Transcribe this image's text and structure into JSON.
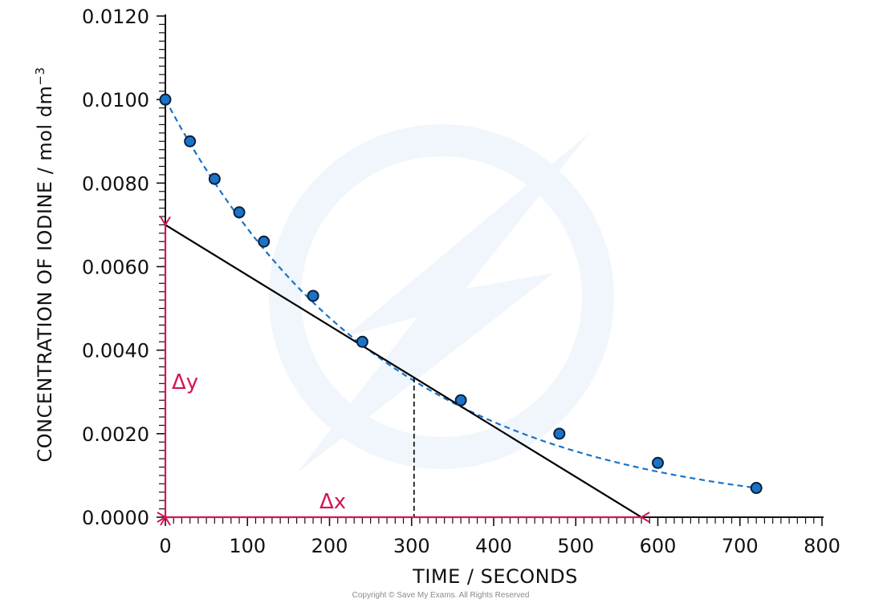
{
  "chart_data": {
    "type": "scatter",
    "title": "",
    "xlabel": "TIME / SECONDS",
    "ylabel": "CONCENTRATION OF IODINE / mol dm",
    "ylabel_superscript": "−3",
    "xlim": [
      0,
      800
    ],
    "ylim": [
      0,
      0.012
    ],
    "x_tick_labels": [
      "0",
      "100",
      "200",
      "300",
      "400",
      "500",
      "600",
      "700",
      "800"
    ],
    "y_tick_labels": [
      "0.0000",
      "0.0020",
      "0.0040",
      "0.0060",
      "0.0080",
      "0.0100",
      "0.0120"
    ],
    "grid": false,
    "series": [
      {
        "points": [
          {
            "x": 0,
            "y": 0.01
          },
          {
            "x": 30,
            "y": 0.009
          },
          {
            "x": 60,
            "y": 0.0081
          },
          {
            "x": 90,
            "y": 0.0073
          },
          {
            "x": 120,
            "y": 0.0066
          },
          {
            "x": 180,
            "y": 0.0053
          },
          {
            "x": 240,
            "y": 0.0042
          },
          {
            "x": 360,
            "y": 0.0028
          },
          {
            "x": 480,
            "y": 0.002
          },
          {
            "x": 600,
            "y": 0.0013
          },
          {
            "x": 720,
            "y": 0.0007
          }
        ],
        "fit_curve": "exponential decay (dashed)"
      }
    ],
    "tangent": {
      "x1": 0,
      "y1": 0.007,
      "x2": 580,
      "y2": 0.0
    },
    "dropline_x": 303,
    "delta_y_label": "Δy",
    "delta_x_label": "Δx",
    "colors": {
      "point_fill": "#1a73c8",
      "curve": "#1a73c8",
      "tangent": "#000000",
      "delta": "#d4145a"
    }
  },
  "copyright": "Copyright © Save My Exams. All Rights Reserved"
}
